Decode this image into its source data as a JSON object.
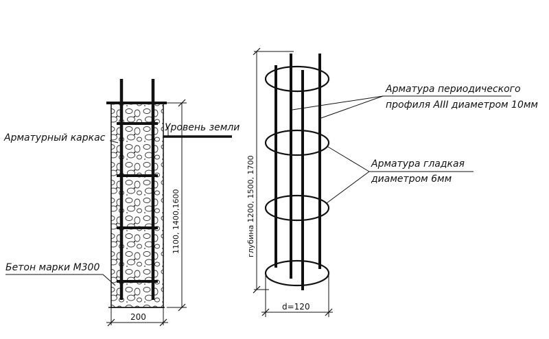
{
  "labels": {
    "frame": "Арматурный каркас",
    "ground": "Уровень земли",
    "concrete": "Бетон марки М300",
    "rebar_ribbed_line1": "Арматура периодического",
    "rebar_ribbed_line2": "профиля AIII диаметром 10мм",
    "rebar_smooth_line1": "Арматура гладкая",
    "rebar_smooth_line2": "диаметром 6мм"
  },
  "dimensions": {
    "width": "200",
    "height": "1100, 1400,1600",
    "depth": "глубина 1200, 1500, 1700",
    "diameter": "d=120"
  },
  "colors": {
    "ink": "#111111",
    "background": "#ffffff"
  }
}
